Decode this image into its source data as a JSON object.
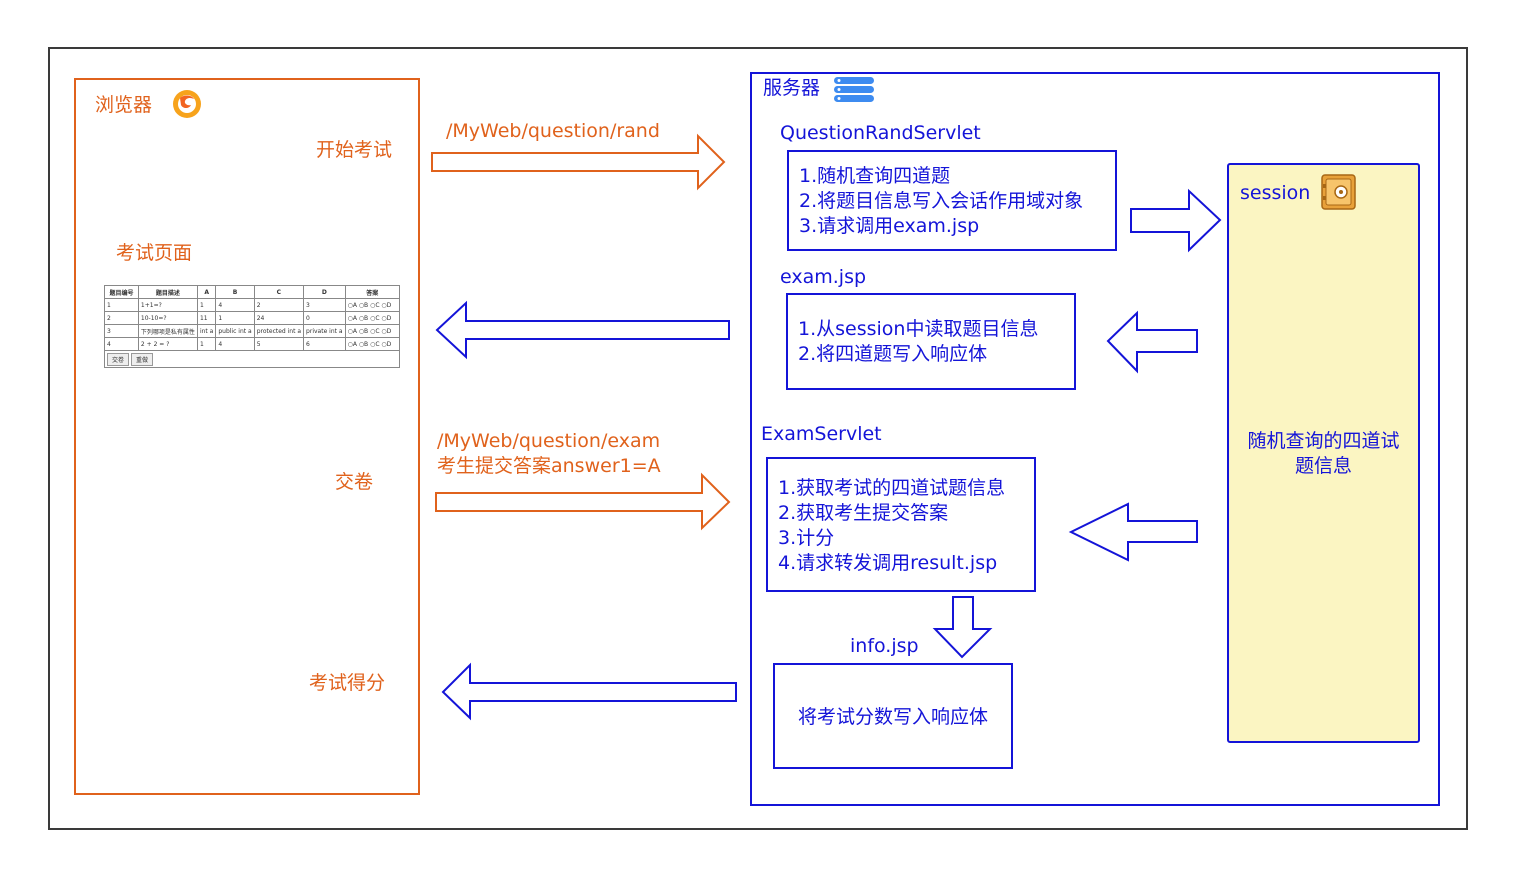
{
  "browser": {
    "title": "浏览器",
    "start_exam": "开始考试",
    "exam_page": "考试页面",
    "submit": "交卷",
    "score": "考试得分"
  },
  "exam_table": {
    "headers": [
      "题目编号",
      "题目描述",
      "A",
      "B",
      "C",
      "D",
      "答案"
    ],
    "rows": [
      [
        "1",
        "1+1=?",
        "1",
        "4",
        "2",
        "3",
        "○A ○B ○C ○D"
      ],
      [
        "2",
        "10-10=?",
        "11",
        "1",
        "24",
        "0",
        "○A ○B ○C ○D"
      ],
      [
        "3",
        "下列哪项是私有属性",
        "int a",
        "public int a",
        "protected int a",
        "private int a",
        "○A ○B ○C ○D"
      ],
      [
        "4",
        "2 + 2 = ?",
        "1",
        "4",
        "5",
        "6",
        "○A ○B ○C ○D"
      ]
    ],
    "buttons": [
      "交卷",
      "重做"
    ]
  },
  "requests": {
    "rand_url": "/MyWeb/question/rand",
    "exam_url": "/MyWeb/question/exam",
    "exam_param": "考生提交答案answer1=A"
  },
  "server": {
    "title": "服务器",
    "question_rand_servlet": {
      "name": "QuestionRandServlet",
      "steps": [
        "1.随机查询四道题",
        "2.将题目信息写入会话作用域对象",
        "3.请求调用exam.jsp"
      ]
    },
    "exam_jsp": {
      "name": "exam.jsp",
      "steps": [
        "1.从session中读取题目信息",
        "2.将四道题写入响应体"
      ]
    },
    "exam_servlet": {
      "name": "ExamServlet",
      "steps": [
        "1.获取考试的四道试题信息",
        "2.获取考生提交答案",
        "3.计分",
        "4.请求转发调用result.jsp"
      ]
    },
    "info_jsp": {
      "name": "info.jsp",
      "steps": [
        "将考试分数写入响应体"
      ]
    },
    "session": {
      "title": "session",
      "content_line1": "随机查询的四道试",
      "content_line2": "题信息"
    }
  },
  "colors": {
    "browser": "#e0621c",
    "server": "#1414d8",
    "session_fill": "#fbf5c2",
    "frame": "#3a3a3a"
  },
  "icons": {
    "browser": "firefox-icon",
    "server": "server-icon",
    "session": "safe-icon"
  }
}
